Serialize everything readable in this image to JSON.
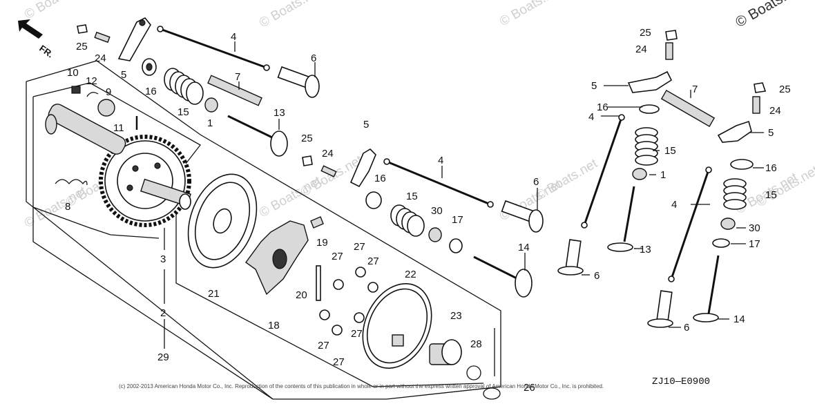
{
  "watermarks": [
    "© Boats.net",
    "© Boats.net",
    "© Boats.net",
    "© Boats.net",
    "© Boats.net",
    "© Boats.net",
    "© Boats.net",
    "© Boats.net",
    "© Boats.net",
    "© Boats.net",
    "© Boats.net",
    "© Boats.net"
  ],
  "direction_label": "FR.",
  "diagram_code": "ZJ10—E0900",
  "copyright": "(c) 2002-2013 American Honda Motor Co., Inc. Reproduction of the contents of this publication in whole or in part without the express written approval of American Honda Motor Co., Inc. is prohibited.",
  "callouts": {
    "c25a": "25",
    "c24a": "24",
    "c5a": "5",
    "c16a": "16",
    "c15a": "15",
    "c1a": "1",
    "c4a": "4",
    "c7a": "7",
    "c6a": "6",
    "c13a": "13",
    "c10": "10",
    "c12": "12",
    "c9": "9",
    "c11": "11",
    "c8": "8",
    "c3": "3",
    "c2": "2",
    "c29": "29",
    "c25b": "25",
    "c24b": "24",
    "c5b": "5",
    "c4b": "4",
    "c16b": "16",
    "c15b": "15",
    "c30a": "30",
    "c17a": "17",
    "c6b": "6",
    "c14a": "14",
    "c19": "19",
    "c21": "21",
    "c18": "18",
    "c20": "20",
    "c27a": "27",
    "c27b": "27",
    "c27c": "27",
    "c27d": "27",
    "c27e": "27",
    "c27f": "27",
    "c22": "22",
    "c23": "23",
    "c28": "28",
    "c26": "26",
    "c25c": "25",
    "c24c": "24",
    "c5c": "5",
    "c7b": "7",
    "c16c": "16",
    "c4c": "4",
    "c15c": "15",
    "c1b": "1",
    "c13b": "13",
    "c6c": "6",
    "c25d": "25",
    "c24d": "24",
    "c5d": "5",
    "c16d": "16",
    "c4d": "4",
    "c15d": "15",
    "c30b": "30",
    "c17b": "17",
    "c14b": "14",
    "c6d": "6"
  }
}
